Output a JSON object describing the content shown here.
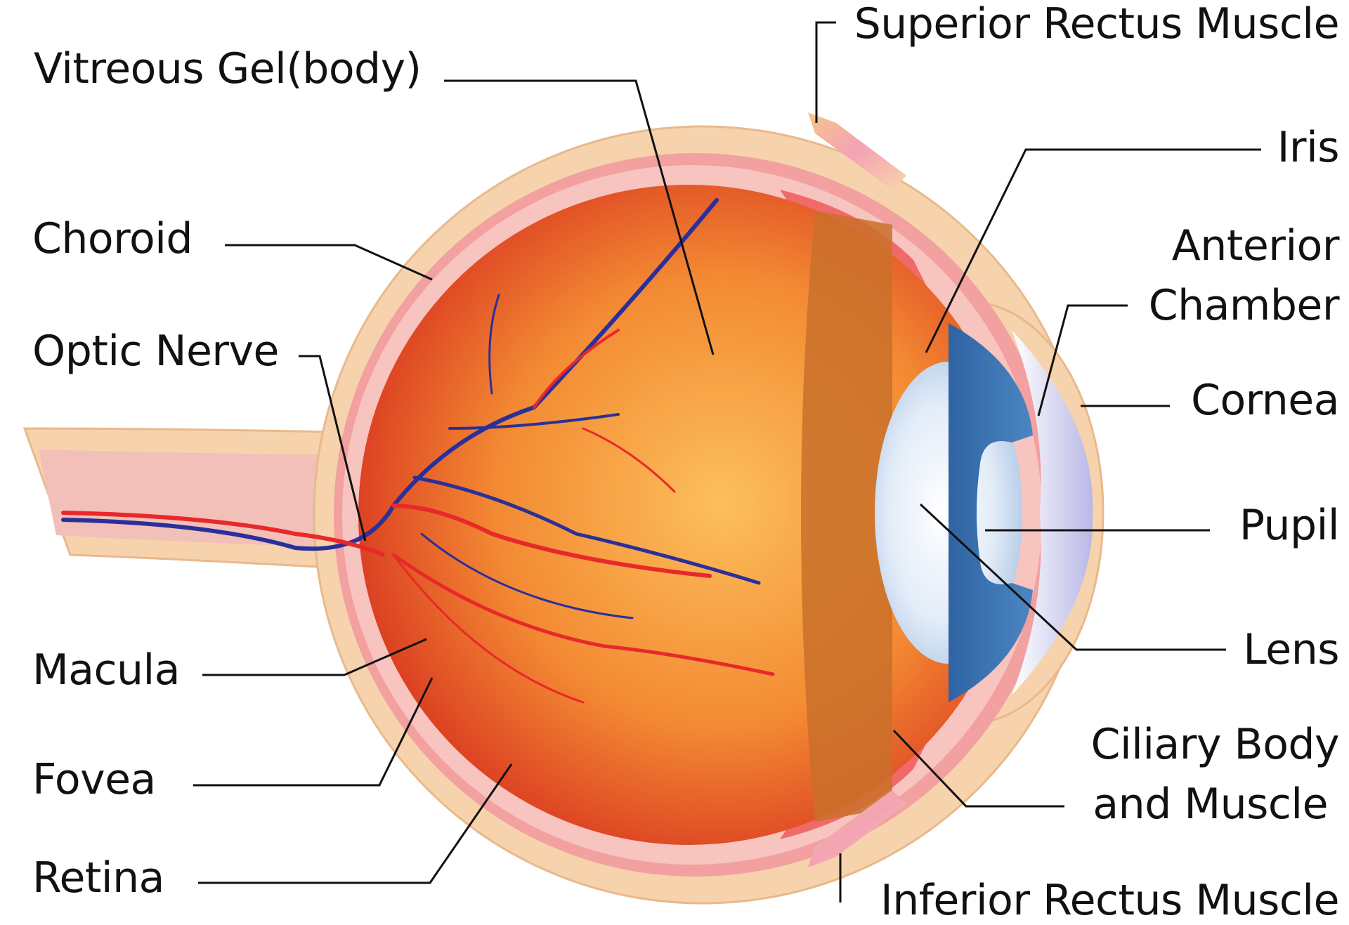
{
  "labels": {
    "vitreous": "Vitreous Gel(body)",
    "choroid": "Choroid",
    "optic_nerve": "Optic Nerve",
    "macula": "Macula",
    "fovea": "Fovea",
    "retina": "Retina",
    "superior_rectus": "Superior Rectus Muscle",
    "iris": "Iris",
    "anterior_chamber_1": "Anterior",
    "anterior_chamber_2": "Chamber",
    "cornea": "Cornea",
    "pupil": "Pupil",
    "lens": "Lens",
    "ciliary_1": "Ciliary Body",
    "ciliary_2": "and Muscle",
    "inferior_rectus": "Inferior Rectus Muscle"
  },
  "colors": {
    "sclera": "#f6d3ad",
    "sclera_outline": "#e8b98c",
    "choroid_band": "#f2a0a0",
    "retina_band": "#f7c4bf",
    "vitreous_center": "#fbb955",
    "vitreous_edge": "#d62a1e",
    "ciliary": "#f06a6a",
    "lens": "#d8e6f6",
    "iris": "#3a73b0",
    "vein": "#2b2f9a",
    "artery": "#e8282a",
    "nerve": "#f2c0b8"
  }
}
